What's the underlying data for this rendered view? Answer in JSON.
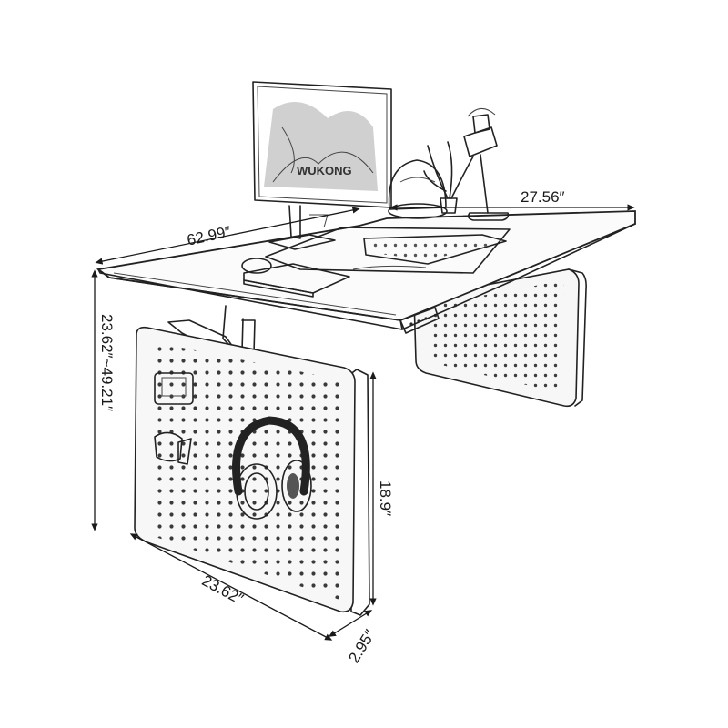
{
  "dimensions": {
    "desk_width": "62.99″",
    "desk_depth": "27.56″",
    "height_range": "23.62″~49.21″",
    "panel_width": "23.62″",
    "panel_thickness": "2.95″",
    "panel_height": "18.9″"
  },
  "monitor": {
    "screen_text": "WUKONG"
  },
  "colors": {
    "ink": "#222222",
    "background": "#ffffff"
  }
}
